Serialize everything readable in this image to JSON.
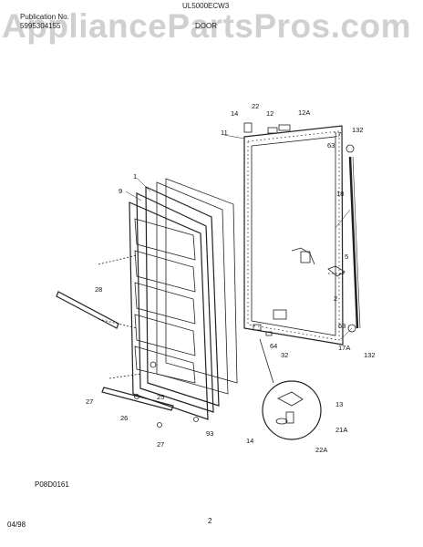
{
  "header": {
    "publication_label": "Publication No.",
    "publication_no": "5995304155",
    "model": "UL5000ECW3",
    "section": "DOOR"
  },
  "watermark": "AppliancePartsPros.com",
  "figure_code": "P08D0161",
  "date": "04/98",
  "page_number": "2",
  "callouts": {
    "c14a": "14",
    "c22a": "22",
    "c12": "12",
    "c12A": "12A",
    "c11": "11",
    "c17": "17",
    "c132a": "132",
    "c63a": "63",
    "c18": "18",
    "c1": "1",
    "c9": "9",
    "c5": "5",
    "c2": "2",
    "c28": "28",
    "c63b": "63",
    "c64": "64",
    "c32": "32",
    "c17A": "17A",
    "c132b": "132",
    "c27a": "27",
    "c25": "25",
    "c26": "26",
    "c27b": "27",
    "c93": "93",
    "c13": "13",
    "c21A": "21A",
    "c14b": "14",
    "c22A": "22A"
  }
}
